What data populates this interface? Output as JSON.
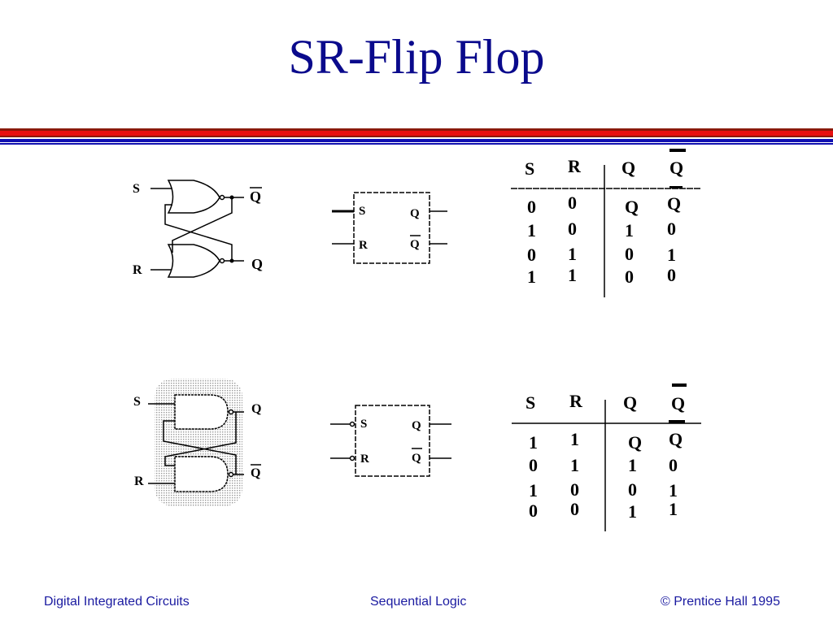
{
  "title": "SR-Flip Flop",
  "colors": {
    "title": "#0a0a8c",
    "rule_red": "#e81010",
    "rule_dark": "#8a1a0a",
    "rule_blue": "#1010b0",
    "footer": "#1a1aa0"
  },
  "nor_latch": {
    "s": "S",
    "r": "R",
    "q_top": "Q",
    "q_bottom": "Q"
  },
  "nor_symbol": {
    "s": "S",
    "r": "R",
    "q": "Q",
    "qbar": "Q"
  },
  "nand_latch": {
    "s": "S",
    "r": "R",
    "q_top": "Q",
    "q_bottom": "Q"
  },
  "nand_symbol": {
    "s": "S",
    "r": "R",
    "q": "Q",
    "qbar": "Q"
  },
  "nor_table": {
    "headers": [
      "S",
      "R",
      "Q",
      "Q"
    ],
    "rows": [
      [
        "0",
        "0",
        "Q",
        "Q"
      ],
      [
        "1",
        "0",
        "1",
        "0"
      ],
      [
        "0",
        "1",
        "0",
        "1"
      ],
      [
        "1",
        "1",
        "0",
        "0"
      ]
    ]
  },
  "nand_table": {
    "headers": [
      "S",
      "R",
      "Q",
      "Q"
    ],
    "rows": [
      [
        "1",
        "1",
        "Q",
        "Q"
      ],
      [
        "0",
        "1",
        "1",
        "0"
      ],
      [
        "1",
        "0",
        "0",
        "1"
      ],
      [
        "0",
        "0",
        "1",
        "1"
      ]
    ]
  },
  "footer": {
    "left": "Digital Integrated Circuits",
    "center": "Sequential Logic",
    "right": "© Prentice Hall 1995"
  }
}
